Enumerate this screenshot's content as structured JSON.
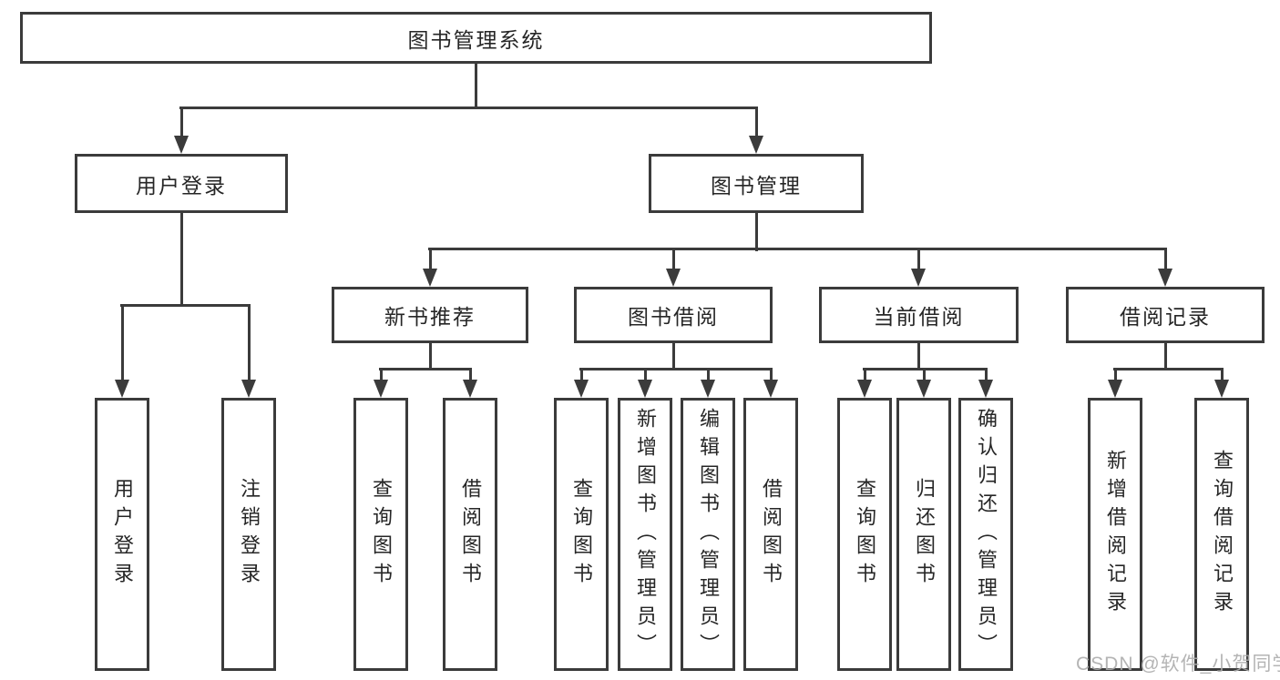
{
  "diagram": {
    "root": {
      "label": "图书管理系统"
    },
    "branches": [
      {
        "label": "用户登录",
        "children": [
          {
            "label": "用户登录"
          },
          {
            "label": "注销登录"
          }
        ]
      },
      {
        "label": "图书管理",
        "sections": [
          {
            "label": "新书推荐",
            "children": [
              {
                "label": "查询图书"
              },
              {
                "label": "借阅图书"
              }
            ]
          },
          {
            "label": "图书借阅",
            "children": [
              {
                "label": "查询图书"
              },
              {
                "label": "新增图书（管理员）"
              },
              {
                "label": "编辑图书（管理员）"
              },
              {
                "label": "借阅图书"
              }
            ]
          },
          {
            "label": "当前借阅",
            "children": [
              {
                "label": "查询图书"
              },
              {
                "label": "归还图书"
              },
              {
                "label": "确认归还（管理员）"
              }
            ]
          },
          {
            "label": "借阅记录",
            "children": [
              {
                "label": "新增借阅记录"
              },
              {
                "label": "查询借阅记录"
              }
            ]
          }
        ]
      }
    ]
  },
  "watermark": {
    "text": "CSDN @软件_小贺同学"
  },
  "colors": {
    "line": "#3b3b3b",
    "text": "#262626",
    "box_background": "#ffffff",
    "watermark": "#acacac",
    "background": "#ffffff"
  }
}
